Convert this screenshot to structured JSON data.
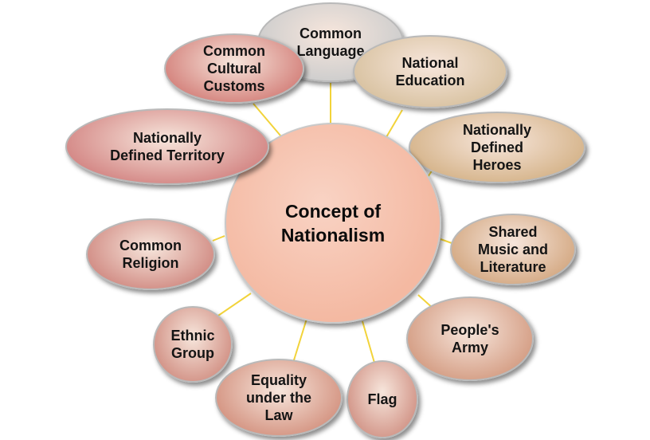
{
  "center": {
    "label": "Concept of\nNationalism",
    "color": "#f4b9a2"
  },
  "connector_color": "#f2d33a",
  "nodes": [
    {
      "id": "common-language",
      "label": "Common\nLanguage",
      "color": "#cdcdcd"
    },
    {
      "id": "national-education",
      "label": "National\nEducation",
      "color": "#d9c3a2"
    },
    {
      "id": "nationally-defined-heroes",
      "label": "Nationally\nDefined\nHeroes",
      "color": "#d6b58c"
    },
    {
      "id": "shared-music-literature",
      "label": "Shared\nMusic and\nLiterature",
      "color": "#d5ab86"
    },
    {
      "id": "peoples-army",
      "label": "People's\nArmy",
      "color": "#d59f86"
    },
    {
      "id": "flag",
      "label": "Flag",
      "color": "#d3978a"
    },
    {
      "id": "equality-under-law",
      "label": "Equality\nunder the\nLaw",
      "color": "#d59684"
    },
    {
      "id": "ethnic-group",
      "label": "Ethnic\nGroup",
      "color": "#d39488"
    },
    {
      "id": "common-religion",
      "label": "Common\nReligion",
      "color": "#d28e86"
    },
    {
      "id": "nationally-defined-territory",
      "label": "Nationally\nDefined  Territory",
      "color": "#d48886"
    },
    {
      "id": "common-cultural-customs",
      "label": "Common\nCultural\nCustoms",
      "color": "#d5857f"
    }
  ]
}
